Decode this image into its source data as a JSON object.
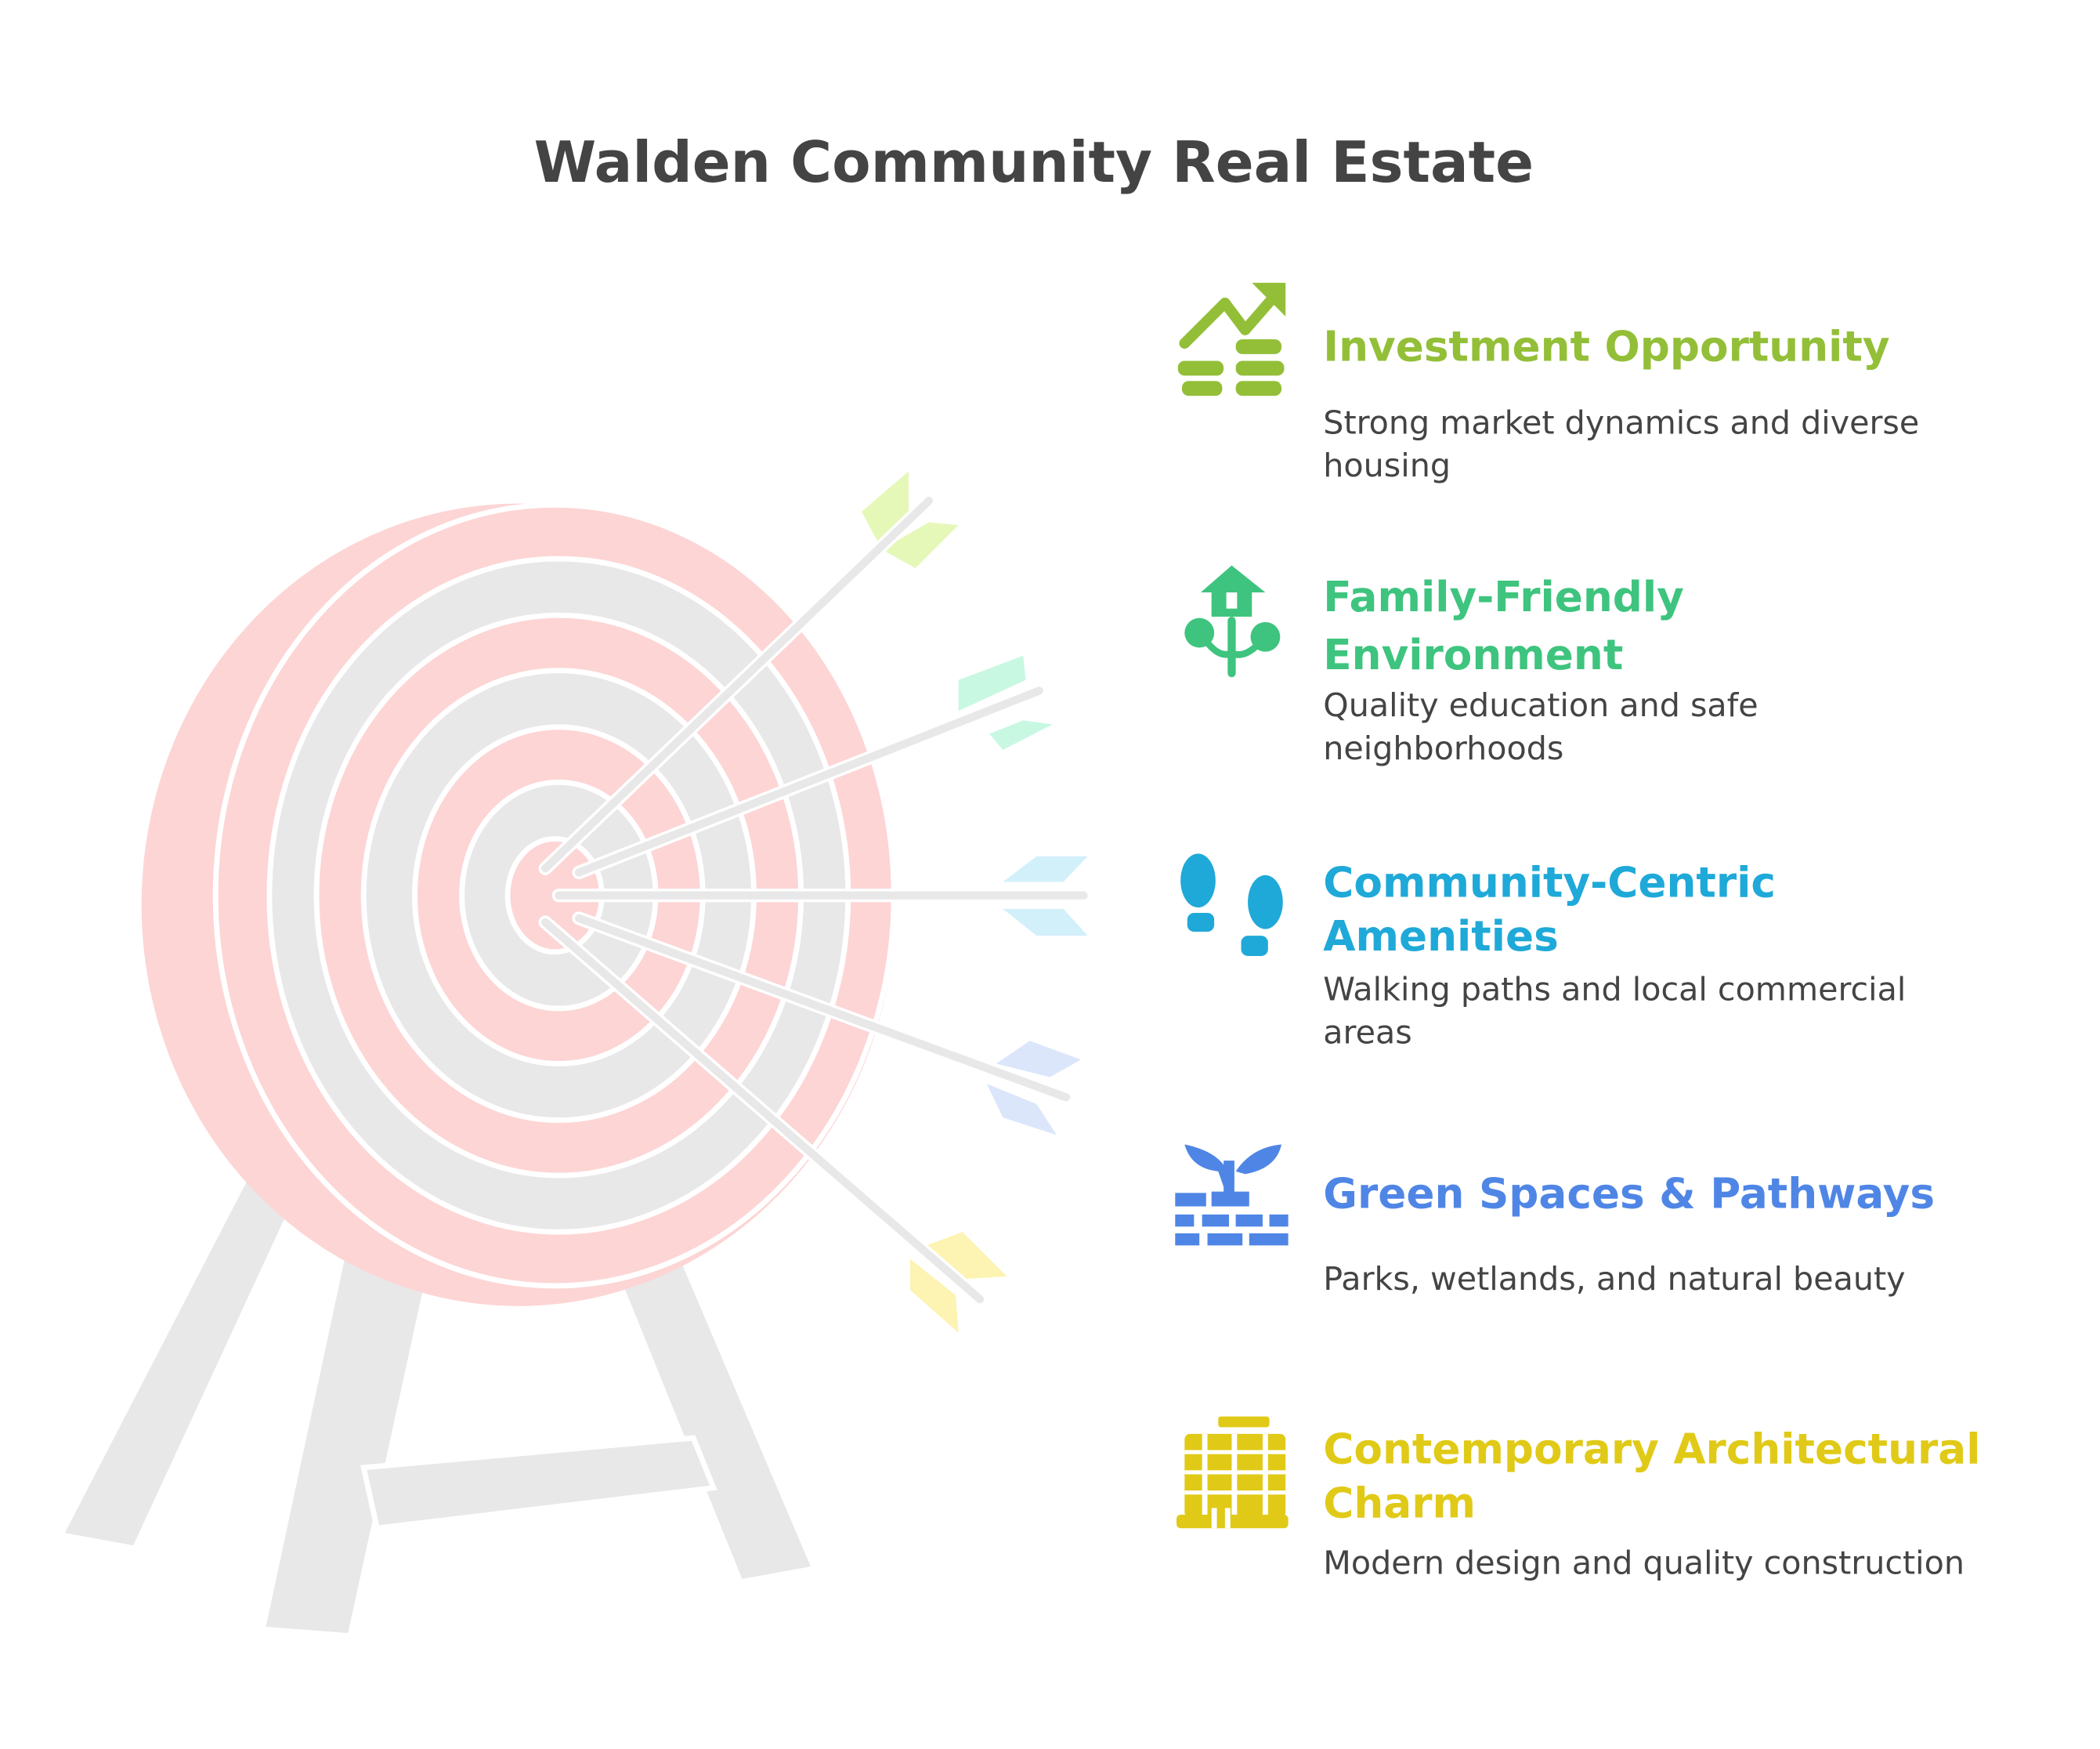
{
  "title": "Walden Community Real Estate",
  "items": [
    {
      "heading": [
        "Investment Opportunity"
      ],
      "description": [
        "Strong market dynamics and diverse",
        "housing"
      ],
      "icon": "trend-chart-icon",
      "color": "#93bf38"
    },
    {
      "heading": [
        "Family-Friendly",
        "Environment"
      ],
      "description": [
        "Quality education and safe",
        "neighborhoods"
      ],
      "icon": "house-tree-icon",
      "color": "#3ec47e"
    },
    {
      "heading": [
        "Community-Centric",
        "Amenities"
      ],
      "description": [
        "Walking paths and local commercial",
        "areas"
      ],
      "icon": "footprints-icon",
      "color": "#1fa9d8"
    },
    {
      "heading": [
        "Green Spaces & Pathways"
      ],
      "description": [
        "Parks, wetlands, and natural beauty"
      ],
      "icon": "sprout-wall-icon",
      "color": "#4f86e6"
    },
    {
      "heading": [
        "Contemporary Architectural",
        "Charm"
      ],
      "description": [
        "Modern design and quality construction"
      ],
      "icon": "building-icon",
      "color": "#e0ca17"
    }
  ]
}
